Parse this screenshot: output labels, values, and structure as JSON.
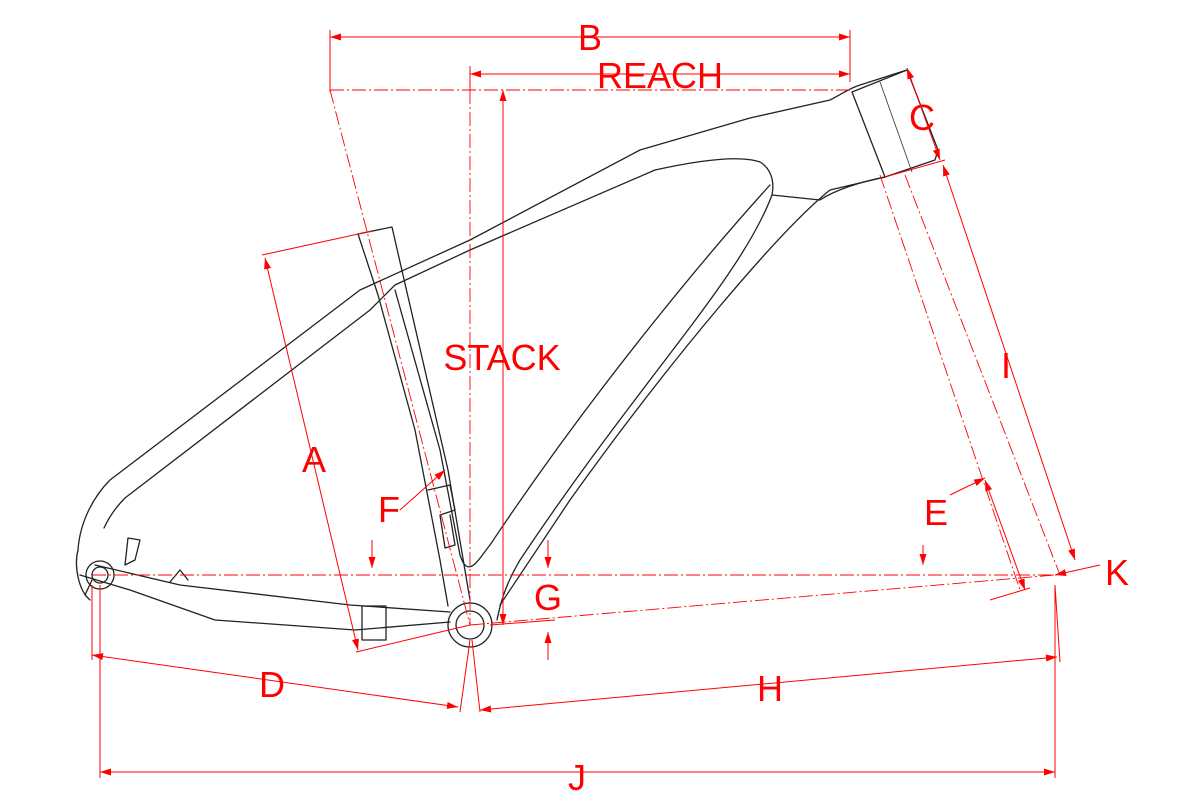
{
  "colors": {
    "dimension": "#ff0000",
    "frame": "#222222",
    "background": "#ffffff"
  },
  "labels": {
    "a": "A",
    "b": "B",
    "c": "C",
    "d": "D",
    "e": "E",
    "f": "F",
    "g": "G",
    "h": "H",
    "i": "I",
    "j": "J",
    "k": "K",
    "reach": "REACH",
    "stack": "STACK"
  }
}
